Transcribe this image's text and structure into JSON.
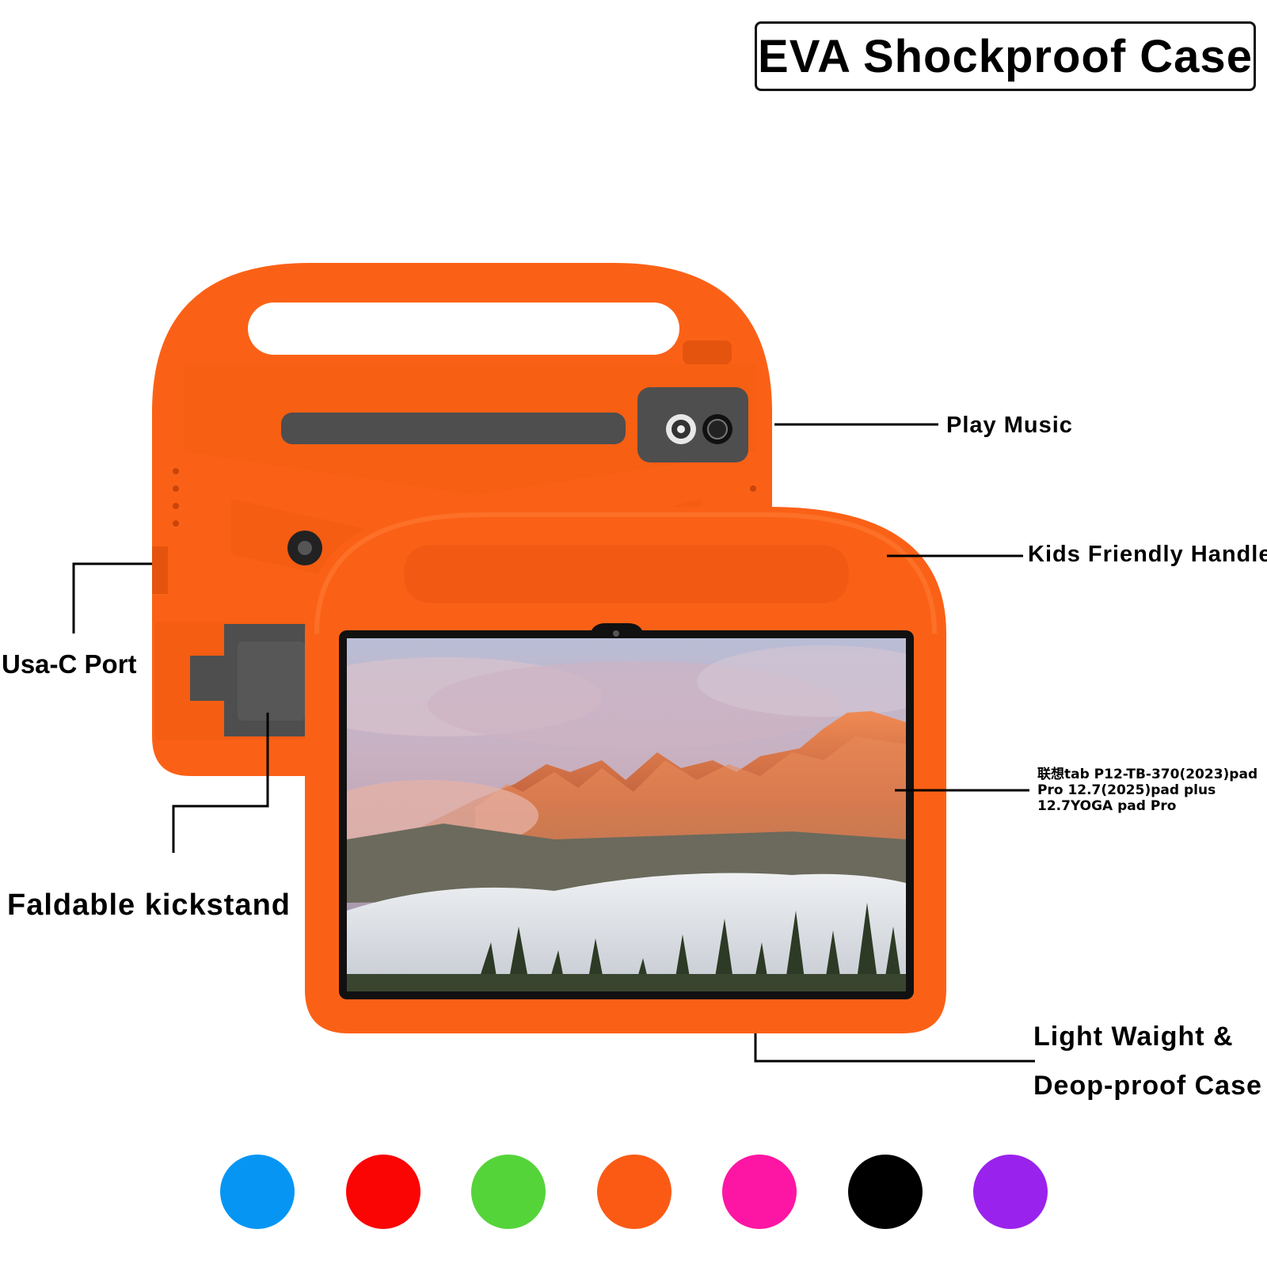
{
  "title": "EVA Shockproof Case",
  "callouts": {
    "play_music": "Play Music",
    "handle": "Kids Friendly Handle",
    "usb": "Usa-C Port",
    "kickstand": "Faldable kickstand",
    "compat_1": "联想tab P12-TB-370(2023)pad",
    "compat_2": "Pro 12.7(2025)pad plus",
    "compat_3": "12.7YOGA pad Pro",
    "light_1": "Light Waight &",
    "light_2": "Deop-proof Case"
  },
  "colors": {
    "case": "#fb6116",
    "case_dark": "#e4540f",
    "inset": "#4e4e4e"
  },
  "swatches": [
    {
      "name": "blue",
      "color": "#0795f3"
    },
    {
      "name": "red",
      "color": "#fb0404"
    },
    {
      "name": "green",
      "color": "#55d43a"
    },
    {
      "name": "orange",
      "color": "#fb5a15"
    },
    {
      "name": "pink",
      "color": "#fd16a3"
    },
    {
      "name": "black",
      "color": "#000000"
    },
    {
      "name": "purple",
      "color": "#9a22ed"
    }
  ]
}
